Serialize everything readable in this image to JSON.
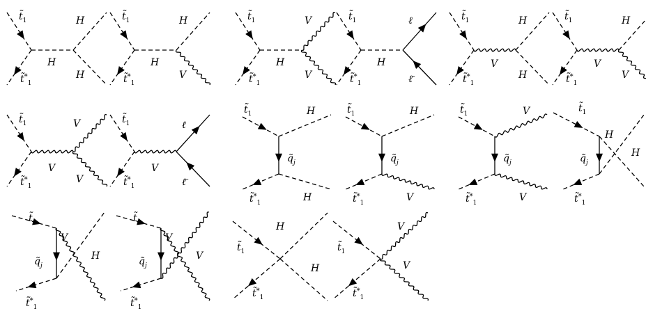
{
  "colors": {
    "ink": "#000000",
    "background": "#ffffff"
  },
  "labels": {
    "stop": "t̃",
    "stop_sub": "1",
    "stop_star": "*",
    "higgs": "H",
    "vector": "V",
    "squark": "q̃",
    "squark_sub": "j",
    "lepton": "ℓ",
    "antilepton": "ℓ̄"
  },
  "diagrams": [
    {
      "id": "s-channel-higgs-to-hh",
      "final_state": [
        "H",
        "H"
      ]
    },
    {
      "id": "s-channel-higgs-to-hv",
      "final_state": [
        "H",
        "V"
      ]
    },
    {
      "id": "s-channel-higgs-to-vv",
      "final_state": [
        "V",
        "V"
      ]
    },
    {
      "id": "s-channel-higgs-to-ll",
      "final_state": [
        "ℓ",
        "ℓ̄"
      ]
    },
    {
      "id": "s-channel-vector-to-hh",
      "final_state": [
        "H",
        "H"
      ]
    },
    {
      "id": "s-channel-vector-to-hv",
      "final_state": [
        "H",
        "V"
      ]
    },
    {
      "id": "s-channel-vector-to-vv",
      "final_state": [
        "V",
        "V"
      ]
    },
    {
      "id": "s-channel-vector-to-ll",
      "final_state": [
        "ℓ",
        "ℓ̄"
      ]
    },
    {
      "id": "t-channel-squark-hh",
      "final_state": [
        "H",
        "H"
      ]
    },
    {
      "id": "t-channel-squark-hv",
      "final_state": [
        "H",
        "V"
      ]
    },
    {
      "id": "t-channel-squark-vh",
      "final_state": [
        "V",
        "H"
      ]
    },
    {
      "id": "u-channel-squark-hh",
      "final_state": [
        "H",
        "H"
      ]
    },
    {
      "id": "u-channel-squark-hv",
      "final_state": [
        "H",
        "V"
      ]
    },
    {
      "id": "u-channel-squark-vv",
      "final_state": [
        "V",
        "V"
      ]
    },
    {
      "id": "contact-hh",
      "final_state": [
        "H",
        "H"
      ]
    },
    {
      "id": "contact-vv",
      "final_state": [
        "V",
        "V"
      ]
    }
  ]
}
